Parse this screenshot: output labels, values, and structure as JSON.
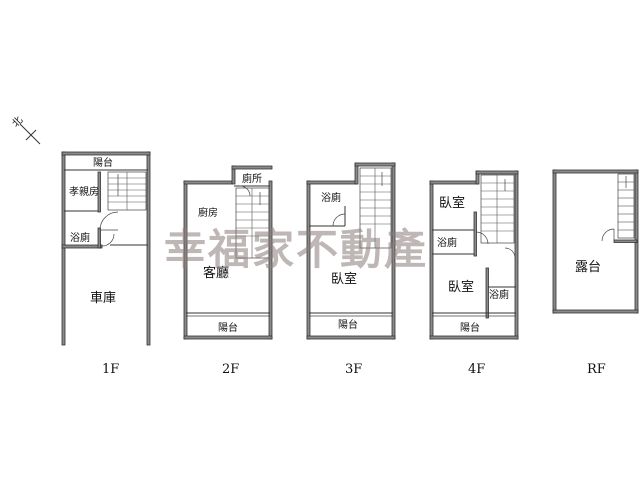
{
  "north_label": "北",
  "watermark": "幸福家不動產",
  "floors": [
    {
      "label": "1F",
      "rooms": [
        "陽台",
        "孝親房",
        "浴廁",
        "車庫"
      ]
    },
    {
      "label": "2F",
      "rooms": [
        "廚房",
        "廁所",
        "客廳",
        "陽台"
      ]
    },
    {
      "label": "3F",
      "rooms": [
        "浴廁",
        "臥室",
        "陽台"
      ]
    },
    {
      "label": "4F",
      "rooms": [
        "臥室",
        "浴廁",
        "臥室",
        "浴廁",
        "陽台"
      ]
    },
    {
      "label": "RF",
      "rooms": [
        "露台"
      ]
    }
  ]
}
